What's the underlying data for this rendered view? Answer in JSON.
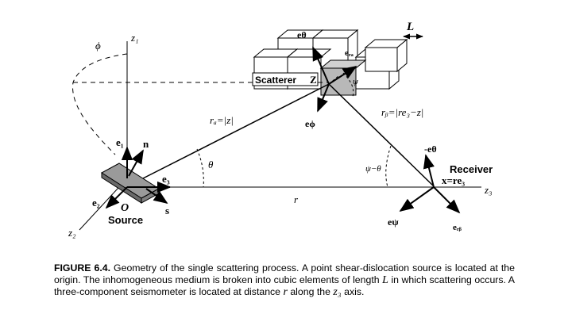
{
  "figure": {
    "labels": {
      "z1": "z₁",
      "z2": "z₂",
      "z3": "z₃",
      "phi": "ϕ",
      "theta": "θ",
      "psi": "ψ",
      "psi_minus_theta": "ψ−θ",
      "e1": "e₁",
      "e2": "e₂",
      "e3": "e₃",
      "n": "n",
      "s": "s",
      "origin": "O",
      "source": "Source",
      "scatterer": "Scatterer",
      "scatterer_z": "Z",
      "ra": "rₐ=|z|",
      "rb": "rᵦ=|re₃−z|",
      "r": "r",
      "receiver": "Receiver",
      "receiver_x": "x=re₃",
      "L": "L",
      "e_theta": "eθ",
      "e_phi": "eϕ",
      "e_ra": "eᵣₐ",
      "minus_e_theta": "-eθ",
      "e_psi": "eψ",
      "e_rb": "eᵣᵦ"
    }
  },
  "caption": {
    "lead": "FIGURE 6.4.",
    "text_1": "Geometry of the single scattering process. A point shear-dislocation source is located at the origin. The inhomogeneous medium is broken into cubic elements of length",
    "L": "L",
    "text_2": "in which scattering occurs. A three-component seismometer is located at distance",
    "r": "r",
    "text_3": "along the",
    "z3": "z₃",
    "text_4": "axis."
  }
}
